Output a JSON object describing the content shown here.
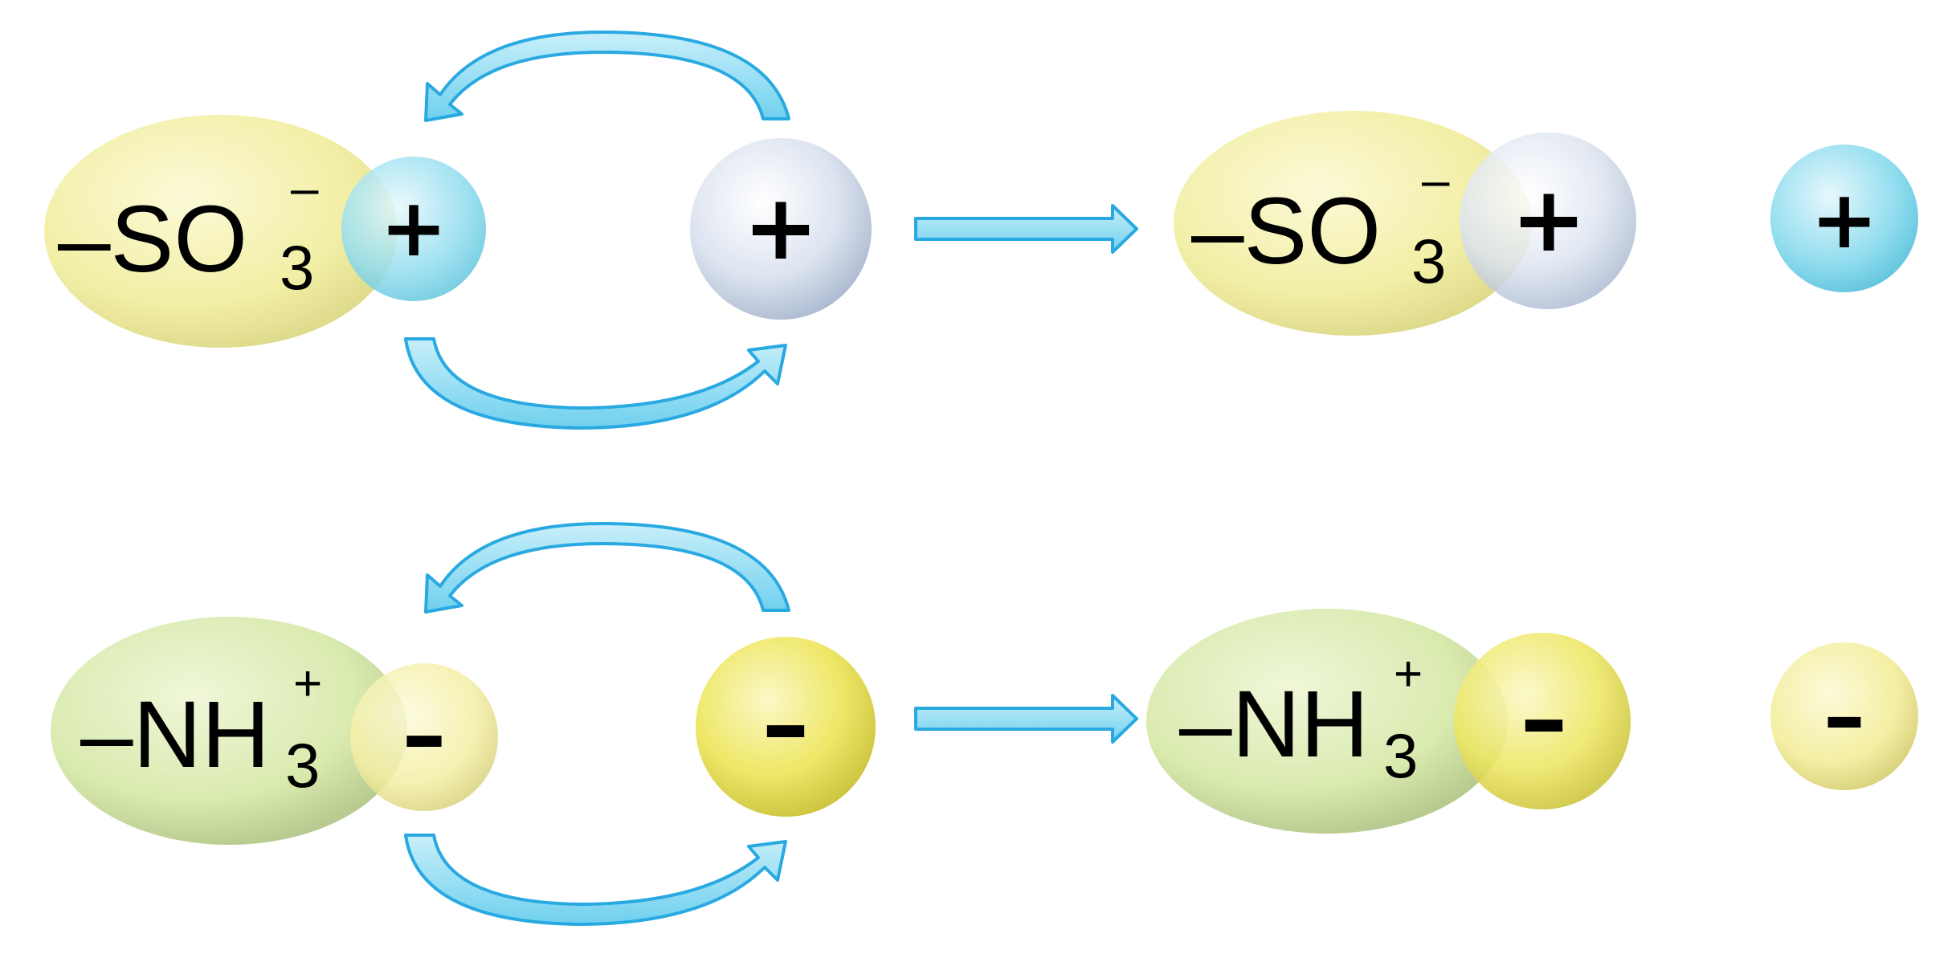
{
  "colors": {
    "arrow": "#29a9e1",
    "sulfonate_group": "#f2ef9e",
    "ammonium_group": "#d6e9a8",
    "counter_cation_cyan": "#7fd9ec",
    "counter_cation_silver": "#cfd9ec",
    "counter_anion_yellow": "#f0ec6a",
    "counter_anion_pale": "#f6f1a6"
  },
  "rows": [
    {
      "group": {
        "dash": "–",
        "main": "SO",
        "sub": "3",
        "sup": "–"
      },
      "bound_ion_before": "+",
      "incoming_ion": "+",
      "bound_ion_after": "+",
      "released_ion": "+"
    },
    {
      "group": {
        "dash": "–",
        "main": "NH",
        "sub": "3",
        "sup": "+"
      },
      "bound_ion_before": "–",
      "incoming_ion": "–",
      "bound_ion_after": "–",
      "released_ion": "–"
    }
  ]
}
